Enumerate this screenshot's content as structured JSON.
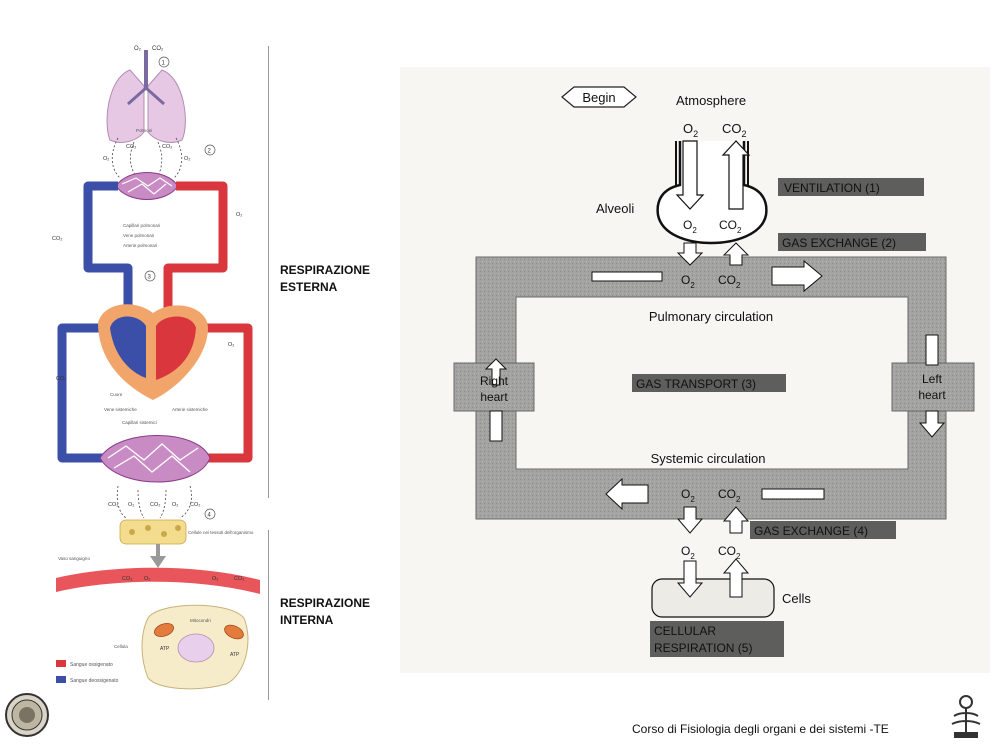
{
  "left_diagram": {
    "gases": {
      "o2": "O₂",
      "co2": "CO₂"
    },
    "step_numbers": [
      "1",
      "2",
      "3",
      "4"
    ],
    "labels": {
      "polmoni": "Polmoni",
      "capillari_polmonari": "Capillari polmonari",
      "vene_polmonari": "Vene polmonari",
      "arterie_polmonari": "Arterie polmonari",
      "cuore": "Cuore",
      "vene_sistemiche": "Vene sistemiche",
      "arterie_sistemiche": "Arterie sistemiche",
      "capillari_sistemici": "Capillari sistemici",
      "cellule_tessuti": "Cellule nei tessuti dell'organismo",
      "vaso_sanguigno": "Vaso sanguigno",
      "mitocondri": "Mitocondri",
      "cellula": "Cellula",
      "atp": "ATP"
    },
    "legend": [
      {
        "label": "Sangue ossigenato",
        "color": "#d9363e"
      },
      {
        "label": "Sangue deossigenato",
        "color": "#3b4fa8"
      }
    ]
  },
  "side_labels": {
    "external": [
      "RESPIRAZIONE",
      "ESTERNA"
    ],
    "internal": [
      "RESPIRAZIONE",
      "INTERNA"
    ]
  },
  "right_diagram": {
    "begin": "Begin",
    "atmosphere": "Atmosphere",
    "alveoli": "Alveoli",
    "o2": "O",
    "co2": "CO",
    "sub2": "2",
    "ventilation": "VENTILATION (1)",
    "gas_exchange_2": "GAS EXCHANGE (2)",
    "pulmonary_circulation": "Pulmonary circulation",
    "gas_transport": "GAS TRANSPORT (3)",
    "right_heart": [
      "Right",
      "heart"
    ],
    "left_heart": [
      "Left",
      "heart"
    ],
    "systemic_circulation": "Systemic circulation",
    "gas_exchange_4": "GAS EXCHANGE (4)",
    "cells": "Cells",
    "cellular_respiration": [
      "CELLULAR",
      "RESPIRATION (5)"
    ]
  },
  "footer": "Corso  di Fisiologia degli organi e dei sistemi -TE",
  "colors": {
    "oxygenated": "#d9363e",
    "deoxygenated": "#3b4fa8",
    "lungs": "#e6c8e4",
    "gray_loop": "#9a9a98"
  }
}
